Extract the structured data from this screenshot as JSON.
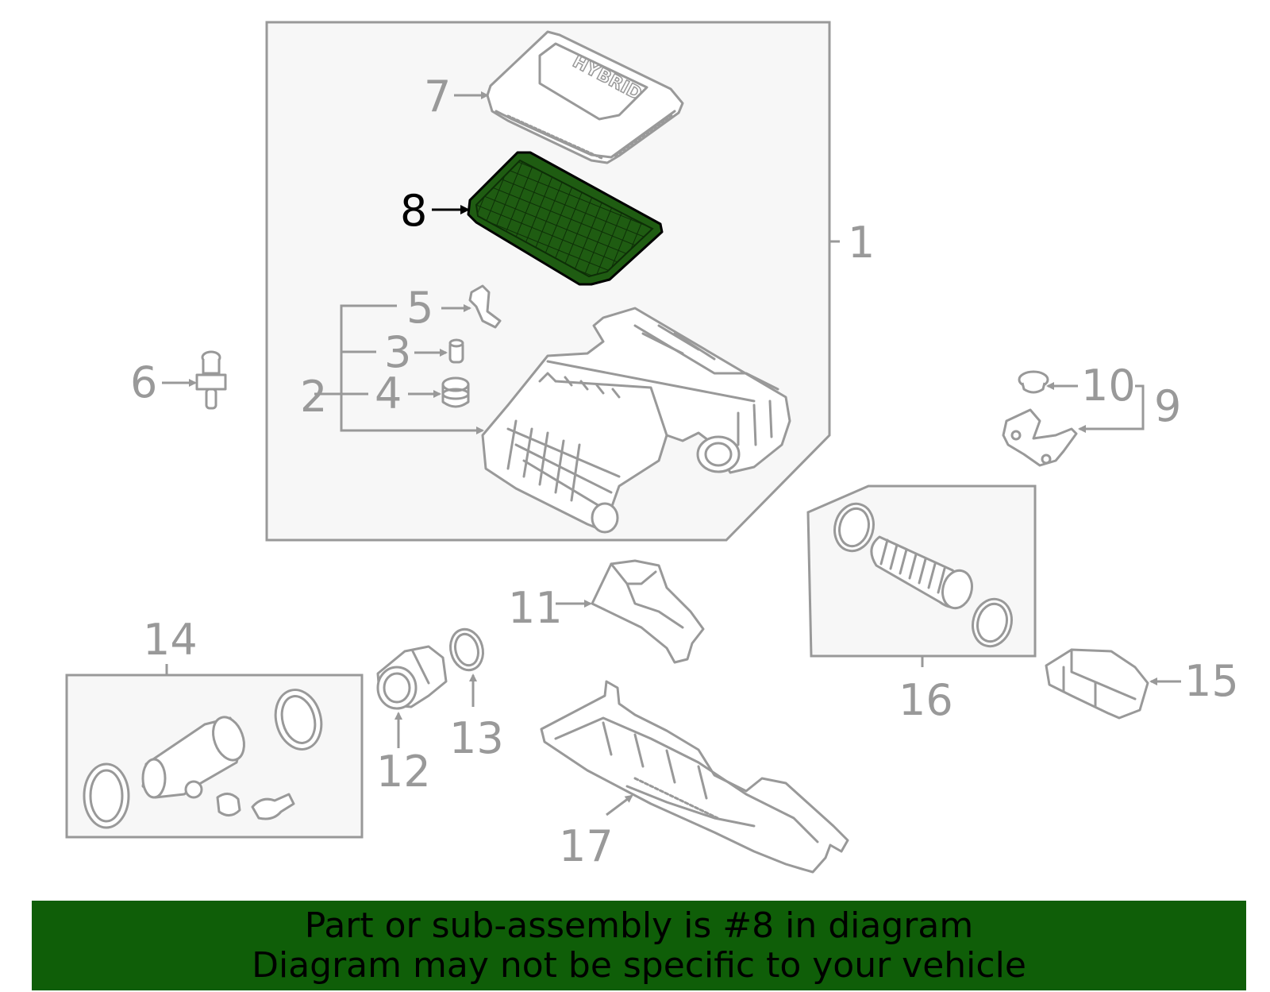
{
  "diagram": {
    "highlight_part": "8",
    "cover_text": "HYBRID",
    "colors": {
      "line": "#999999",
      "highlight_fill": "#1f5c12",
      "banner_bg": "#0f5e08",
      "box_fill": "#f7f7f7"
    },
    "callouts": {
      "p1": "1",
      "p2": "2",
      "p3": "3",
      "p4": "4",
      "p5": "5",
      "p6": "6",
      "p7": "7",
      "p8": "8",
      "p9": "9",
      "p10": "10",
      "p11": "11",
      "p12": "12",
      "p13": "13",
      "p14": "14",
      "p15": "15",
      "p16": "16",
      "p17": "17"
    }
  },
  "banner": {
    "line1": "Part or sub-assembly is #8 in diagram",
    "line2": "Diagram may not be specific to your vehicle"
  }
}
